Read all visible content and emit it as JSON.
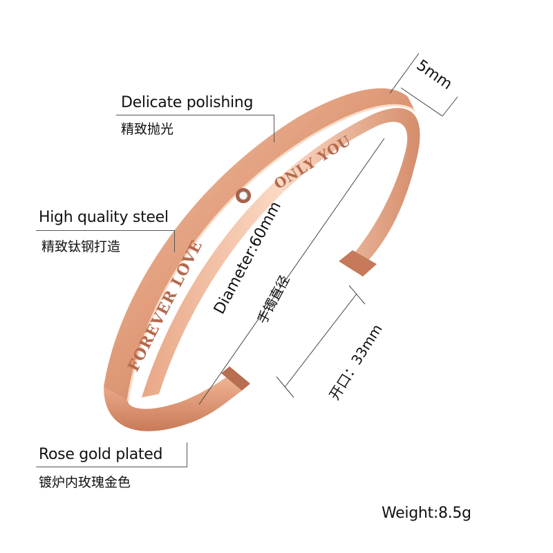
{
  "annotations": {
    "polishing": {
      "en": "Delicate polishing",
      "cn": "精致抛光"
    },
    "steel": {
      "en": "High quality steel",
      "cn": "精致钛钢打造"
    },
    "plated": {
      "en": "Rose gold plated",
      "cn": "镀炉内玫瑰金色"
    },
    "width": "5mm",
    "diameter": {
      "en": "Diameter:60mm",
      "cn": "手镯直径"
    },
    "opening": "开口：33mm",
    "weight": "Weight:8.5g"
  },
  "engravings": {
    "front": "FOREVER LOVE",
    "back": "ONLY YOU"
  },
  "colors": {
    "rose_gold": "#d9916f",
    "rose_gold_dark": "#b4694c",
    "rose_gold_light": "#f3c3a7"
  }
}
